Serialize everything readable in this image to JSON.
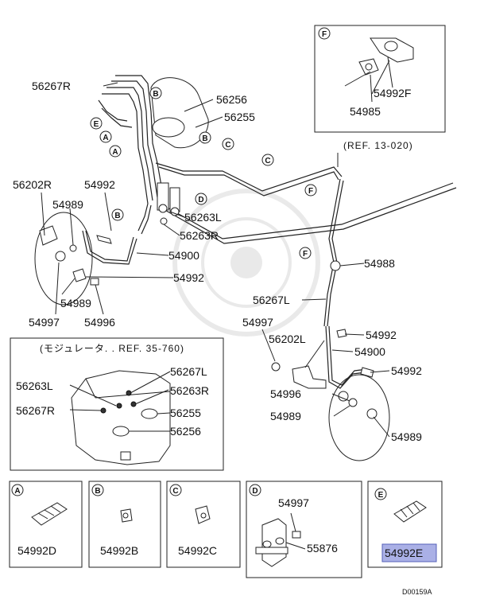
{
  "diagram_code": "D00159A",
  "ref_main": "(REF. 13-020)",
  "ref_modulator": "(モジュレータ. . REF. 35-760)",
  "callout_letters": [
    "A",
    "B",
    "C",
    "D",
    "E",
    "F"
  ],
  "parts": {
    "p56267R": "56267R",
    "p56256": "56256",
    "p56255": "56255",
    "p56202R": "56202R",
    "p54992": "54992",
    "p54989": "54989",
    "p56263L": "56263L",
    "p56263R": "56263R",
    "p54900": "54900",
    "p54997": "54997",
    "p54996": "54996",
    "p54988": "54988",
    "p56267L": "56267L",
    "p56202L": "56202L",
    "p54985": "54985",
    "p54992F": "54992F",
    "p54992D": "54992D",
    "p54992B": "54992B",
    "p54992C": "54992C",
    "p55876": "55876",
    "p54992E": "54992E"
  },
  "highlight_color": "#aab0e6"
}
